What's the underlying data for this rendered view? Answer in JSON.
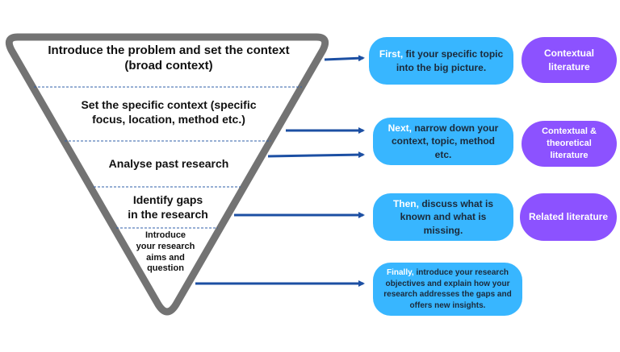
{
  "funnel": {
    "levels": [
      {
        "line1": "Introduce the problem and set the context",
        "line2": "(broad context)"
      },
      {
        "line1": "Set the specific context (specific",
        "line2": "focus, location, method etc.)"
      },
      {
        "line1": "Analyse past research"
      },
      {
        "line1": "Identify gaps",
        "line2": "in the research"
      },
      {
        "line1": "Introduce",
        "line2": "your research",
        "line3": "aims and",
        "line4": "question"
      }
    ]
  },
  "steps": [
    {
      "lead": "First,",
      "text": "fit your specific topic into the big picture."
    },
    {
      "lead": "Next,",
      "text": "narrow down your context, topic, method etc."
    },
    {
      "lead": "Then,",
      "text": "discuss what is known and what is missing."
    },
    {
      "lead": "Finally,",
      "text": "introduce your research objectives and explain how your research addresses the gaps and offers new insights."
    }
  ],
  "literature": [
    {
      "label": "Contextual literature"
    },
    {
      "label": "Contextual & theoretical literature"
    },
    {
      "label": "Related literature"
    }
  ],
  "colors": {
    "funnel_border": "#737373",
    "divider": "#2f5fa8",
    "arrow": "#1c4fa3",
    "bubble": "#38b6ff",
    "pill": "#8c52ff"
  }
}
